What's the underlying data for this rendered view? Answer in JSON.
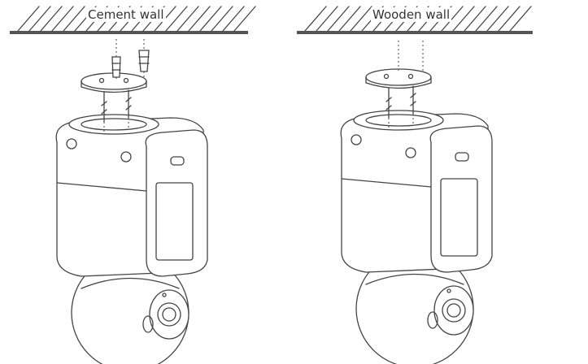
{
  "panels": [
    {
      "wall_label": "Cement wall",
      "wall_type": "cement",
      "anchors": true
    },
    {
      "wall_label": "Wooden wall",
      "wall_type": "wood",
      "anchors": false
    }
  ],
  "colors": {
    "line": "#444444",
    "wall": "#555555",
    "background": "#ffffff"
  }
}
